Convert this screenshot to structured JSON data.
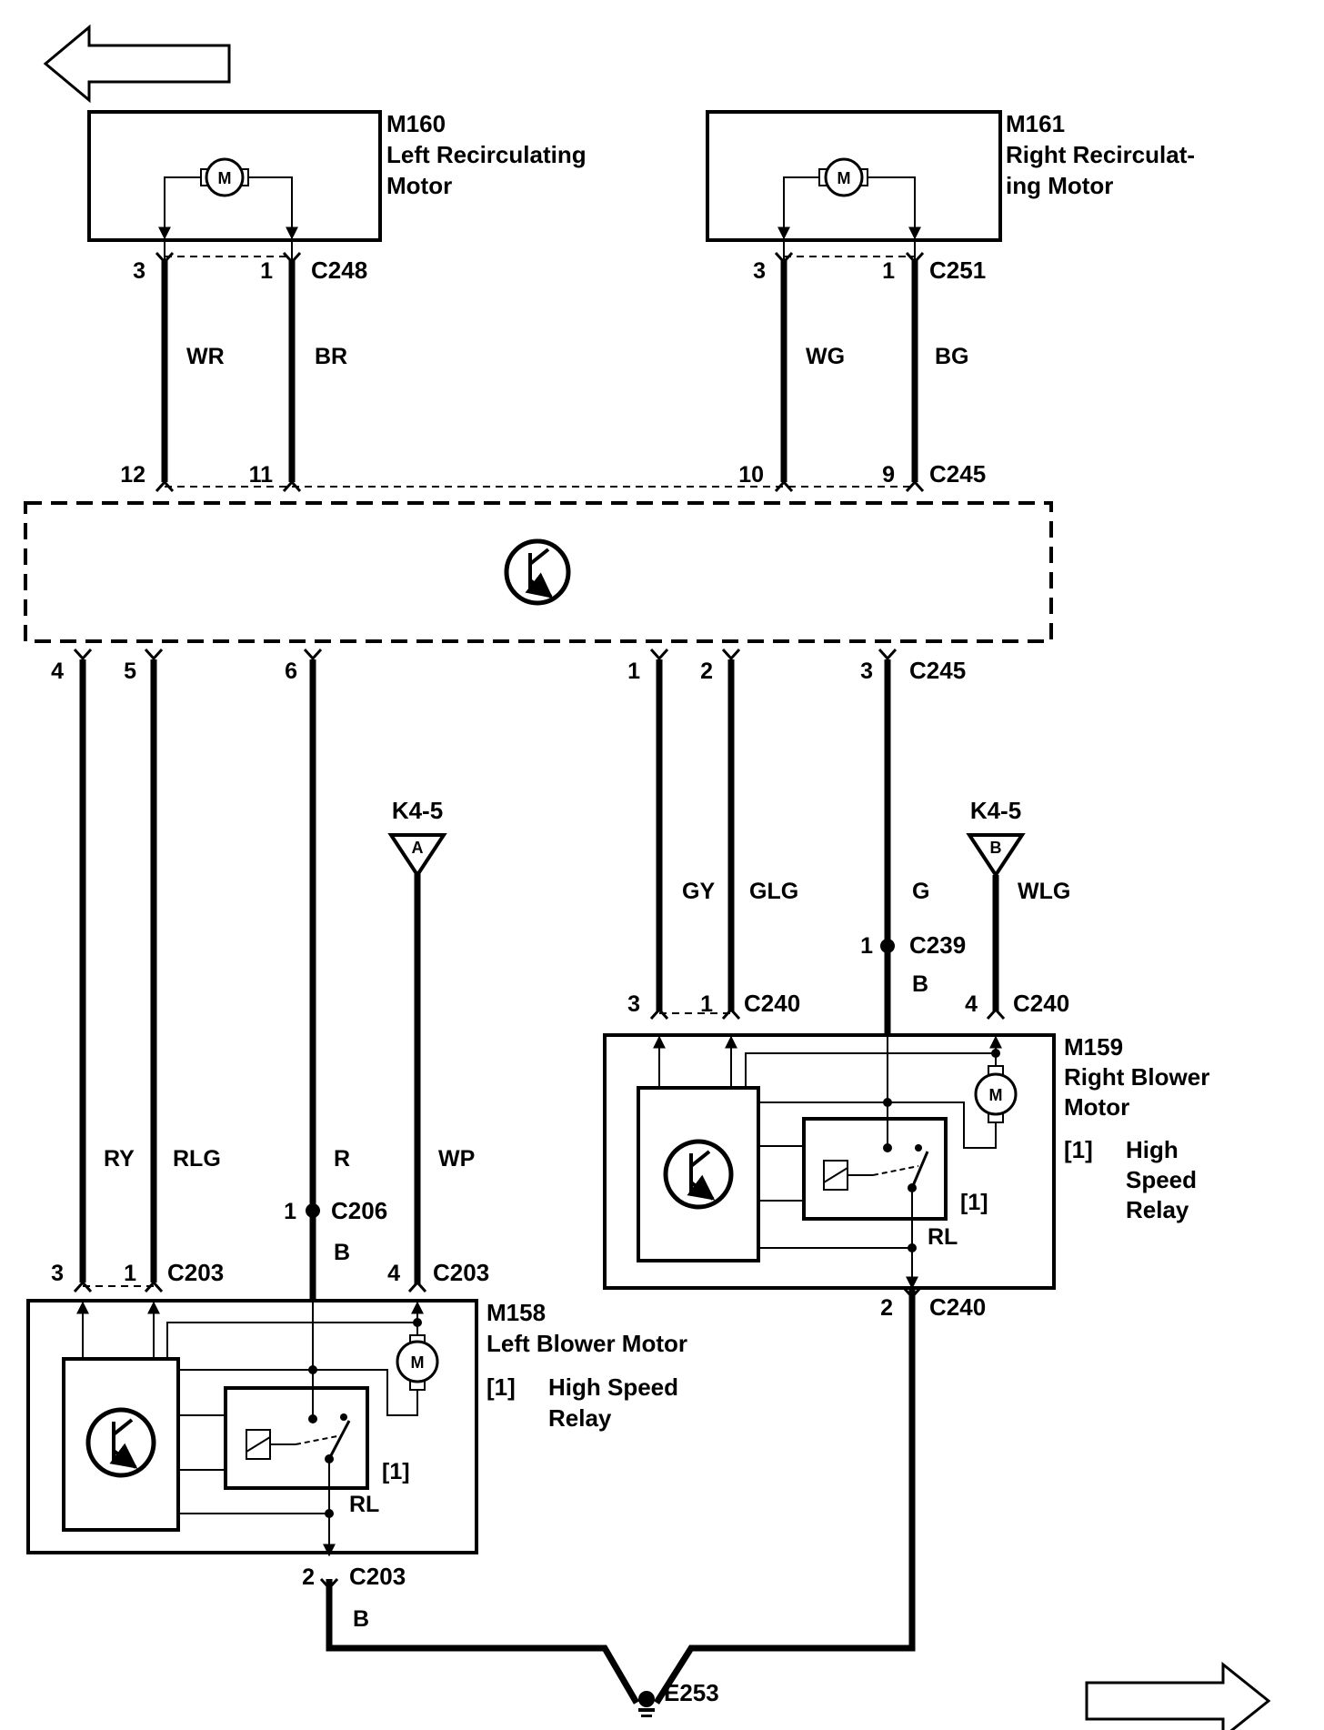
{
  "components": {
    "m160": {
      "code": "M160",
      "line1": "Left Recirculating",
      "line2": "Motor"
    },
    "m161": {
      "code": "M161",
      "line1": "Right Recirculat-",
      "line2": "ing Motor"
    },
    "m158": {
      "code": "M158",
      "line1": "Left Blower Motor",
      "relay_ref": "[1]",
      "relay_line1": "High Speed",
      "relay_line2": "Relay"
    },
    "m159": {
      "code": "M159",
      "line1": "Right Blower",
      "line2": "Motor",
      "relay_ref": "[1]",
      "relay_line1": "High",
      "relay_line2": "Speed",
      "relay_line3": "Relay"
    },
    "motor_symbol": "M",
    "relay_tag": "[1]",
    "relay_terminal": "RL"
  },
  "connectors": {
    "c248": "C248",
    "c251": "C251",
    "c245": "C245",
    "c203": "C203",
    "c206": "C206",
    "c240": "C240",
    "c239": "C239",
    "ground": "E253"
  },
  "pins": {
    "c248_3": "3",
    "c248_1": "1",
    "c251_3": "3",
    "c251_1": "1",
    "c245_12": "12",
    "c245_11": "11",
    "c245_10": "10",
    "c245_9": "9",
    "c245_4": "4",
    "c245_5": "5",
    "c245_6": "6",
    "c245_1": "1",
    "c245_2": "2",
    "c245_3": "3",
    "c203_3": "3",
    "c203_1": "1",
    "c203_4": "4",
    "c203_2": "2",
    "c206_1": "1",
    "c239_1": "1",
    "c240_3": "3",
    "c240_1": "1",
    "c240_4": "4",
    "c240_2": "2"
  },
  "wires": {
    "wr": "WR",
    "br": "BR",
    "wg": "WG",
    "bg": "BG",
    "ry": "RY",
    "rlg": "RLG",
    "r": "R",
    "wp": "WP",
    "gy": "GY",
    "glg": "GLG",
    "g": "G",
    "wlg": "WLG",
    "b_left": "B",
    "b_right": "B",
    "b_ground": "B"
  },
  "references": {
    "left": {
      "code": "K4-5",
      "letter": "A"
    },
    "right": {
      "code": "K4-5",
      "letter": "B"
    }
  },
  "colors": {
    "line": "#000000",
    "background": "#ffffff"
  }
}
